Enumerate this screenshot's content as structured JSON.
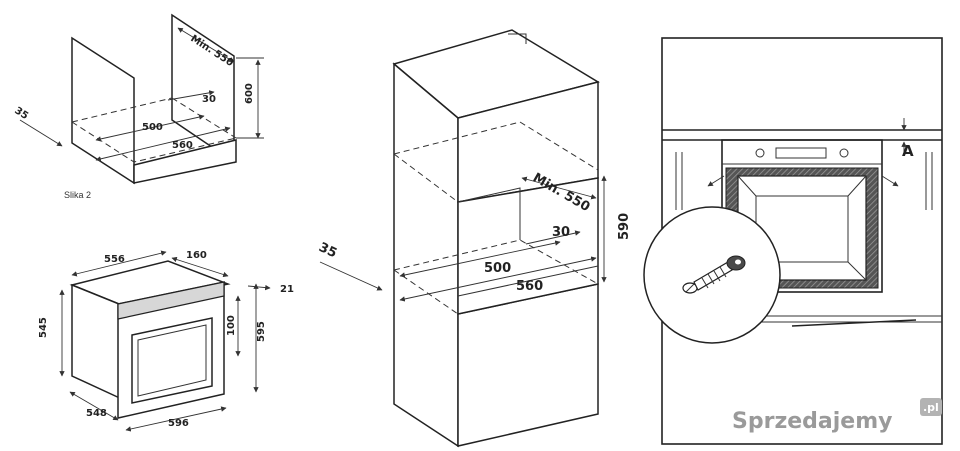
{
  "caption": "Slika 2",
  "small_cabinet": {
    "min_depth": "Min. 550",
    "rear_gap": "30",
    "inner_width": "500",
    "outer_width": "560",
    "front_offset": "35",
    "height": "600"
  },
  "oven": {
    "width": "556",
    "side_depth": "160",
    "front_lip": "21",
    "height": "545",
    "panel_height": "100",
    "front_height": "595",
    "depth": "548",
    "front_width": "596"
  },
  "tall_cabinet": {
    "min_depth": "Min. 550",
    "rear_gap": "30",
    "inner_width": "500",
    "outer_width": "560",
    "front_offset": "35",
    "height": "590"
  },
  "installation": {
    "gap_label": "A"
  },
  "watermark": "Sprzedajemy",
  "watermark_suffix": ".pl"
}
